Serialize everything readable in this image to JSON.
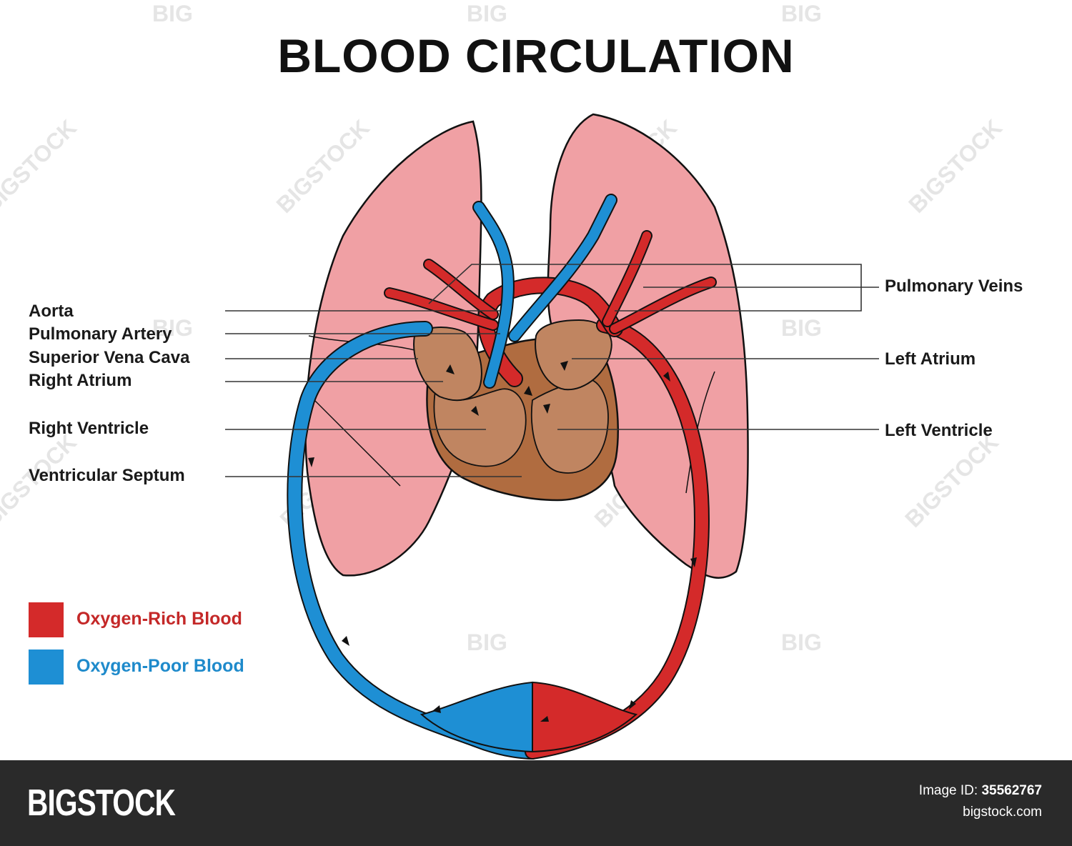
{
  "title": "BLOOD CIRCULATION",
  "labels_left": {
    "aorta": "Aorta",
    "pulmonary_artery": "Pulmonary Artery",
    "superior_vena_cava": "Superior Vena Cava",
    "right_atrium": "Right Atrium",
    "right_ventricle": "Right Ventricle",
    "ventricular_septum": "Ventricular Septum"
  },
  "labels_right": {
    "pulmonary_veins": "Pulmonary Veins",
    "left_atrium": "Left Atrium",
    "left_ventricle": "Left Ventricle"
  },
  "legend": {
    "oxygen_rich": {
      "label": "Oxygen-Rich Blood",
      "color": "#d42a2a"
    },
    "oxygen_poor": {
      "label": "Oxygen-Poor Blood",
      "color": "#1e8fd4"
    }
  },
  "colors": {
    "lung": "#f0a0a4",
    "heart": "#c08561",
    "heart_dark": "#a8683f",
    "red_blood": "#d42a2a",
    "blue_blood": "#1e8fd4"
  },
  "watermark": {
    "big": "BIG",
    "bigstock": "BIGSTOCK"
  },
  "footer": {
    "brand": "BIGSTOCK",
    "image_id_label": "Image ID:",
    "image_id": "35562767",
    "site": "bigstock.com"
  }
}
